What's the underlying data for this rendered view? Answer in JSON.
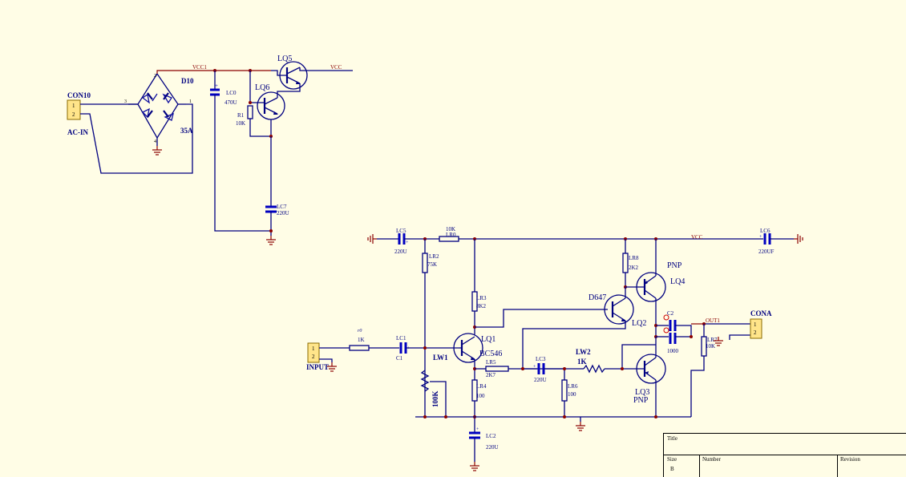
{
  "nets": {
    "vcc1": "VCC1",
    "vcc_top": "VCC",
    "vcc_amp": "VCC",
    "out1": "OUT1"
  },
  "power": {
    "con10": {
      "ref": "CON10",
      "pins": [
        "1",
        "2"
      ],
      "label": "AC-IN"
    },
    "bridge": {
      "ref": "D10",
      "rating": "35A",
      "pins": [
        "1",
        "2",
        "3",
        "4"
      ]
    },
    "lc0": {
      "ref": "LC0",
      "value": "470U"
    },
    "lq5": {
      "ref": "LQ5"
    },
    "lq6": {
      "ref": "LQ6"
    },
    "r1": {
      "ref": "R1",
      "value": "10K"
    },
    "lc7": {
      "ref": "LC7",
      "value": "220U"
    }
  },
  "amp": {
    "lc5": {
      "ref": "LC5",
      "value": "220U"
    },
    "lr0": {
      "ref": "LR0",
      "value": "10K"
    },
    "lc6": {
      "ref": "LC6",
      "value": "220UF"
    },
    "lr2": {
      "ref": "LR2",
      "value": "75K"
    },
    "lr8": {
      "ref": "LR8",
      "value": "2K2"
    },
    "lr3": {
      "ref": "LR3",
      "value": "8K2"
    },
    "lq4": {
      "ref": "LQ4",
      "type": "PNP"
    },
    "lq2": {
      "ref": "LQ2",
      "type": "D647"
    },
    "lq1": {
      "ref": "LQ1",
      "type": "BC546"
    },
    "lq3": {
      "ref": "LQ3",
      "type": "PNP"
    },
    "r0": {
      "ref": "r0",
      "value": "1K"
    },
    "lc1": {
      "ref": "LC1",
      "value": "C1"
    },
    "lw1": {
      "ref": "LW1",
      "value": "100K"
    },
    "lr5": {
      "ref": "LR5",
      "value": "2K7"
    },
    "lc3": {
      "ref": "LC3",
      "value": "220U"
    },
    "lw2": {
      "ref": "LW2",
      "value": "1K"
    },
    "lr4": {
      "ref": "LR4",
      "value": "100"
    },
    "lr6": {
      "ref": "LR6",
      "value": "100"
    },
    "lc2": {
      "ref": "LC2",
      "value": "220U"
    },
    "c2": {
      "ref": "C2",
      "value": "1000"
    },
    "lr7": {
      "ref": "LR7",
      "value": "10K"
    },
    "input": {
      "ref": "INPUT",
      "pins": [
        "1",
        "2"
      ]
    },
    "cona": {
      "ref": "CONA",
      "pins": [
        "1",
        "2"
      ]
    }
  },
  "title_block": {
    "title": "Title",
    "size": "Size",
    "size_value": "B",
    "number": "Number",
    "revision": "Revision"
  }
}
